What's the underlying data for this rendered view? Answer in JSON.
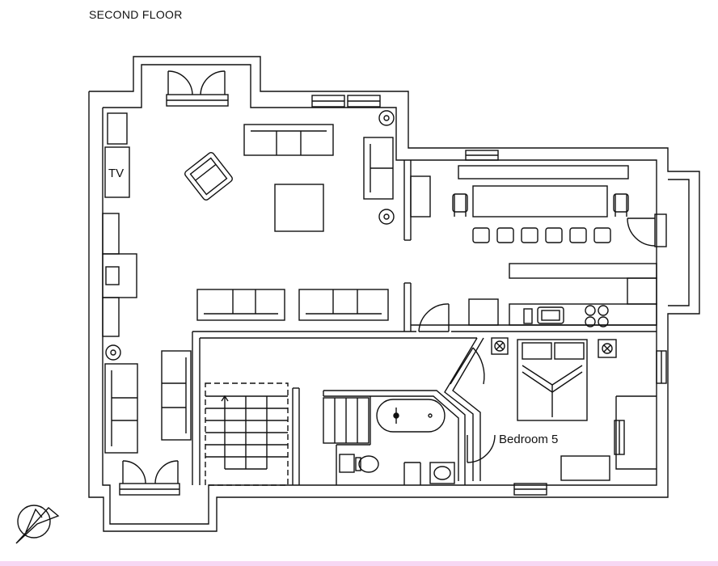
{
  "floor_title": "SECOND FLOOR",
  "labels": {
    "tv": "TV",
    "bedroom": "Bedroom 5"
  },
  "icons": {
    "compass": "north-arrow-icon"
  },
  "colors": {
    "line": "#111111",
    "background": "#ffffff",
    "bottom_strip": "#f7d7f3"
  }
}
